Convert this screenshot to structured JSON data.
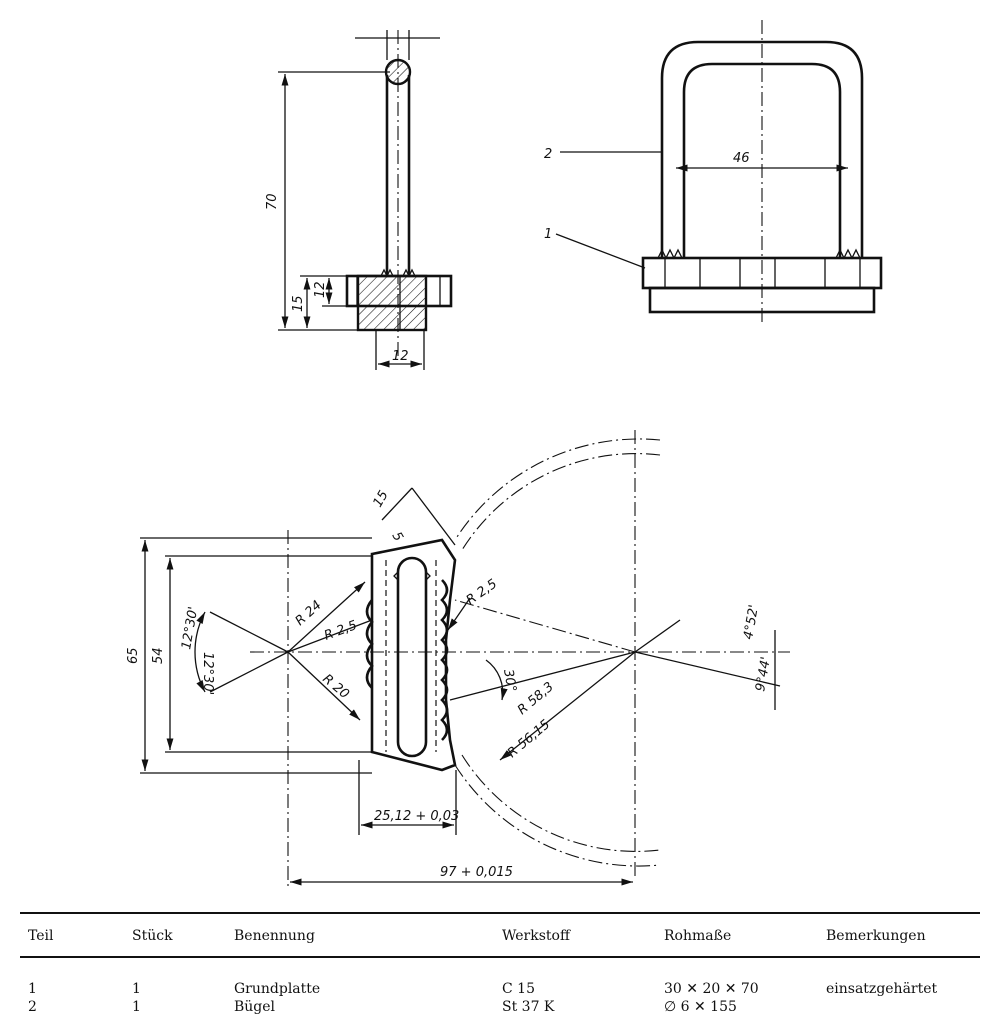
{
  "drawing": {
    "dims": {
      "d70": "70",
      "d15a": "15",
      "d12a": "12",
      "d12b": "12",
      "d46": "46",
      "label_part2": "2",
      "label_part1": "1",
      "d15b": "15",
      "d5": "5",
      "d65": "65",
      "d54": "54",
      "a12_30_top": "12°30'",
      "a12_30_bot": "12°30'",
      "r24": "R 24",
      "r25": "R 2,5",
      "r20": "R 20",
      "r2_5": "R 2,5",
      "a30": "30°",
      "r58": "R 58,3",
      "r56": "R 56,15",
      "a4_52": "4°52'",
      "a9_44": "9°44'",
      "d25": "25,12 + 0,03",
      "d97": "97 + 0,015"
    }
  },
  "table": {
    "headers": [
      "Teil",
      "Stück",
      "Benennung",
      "Werkstoff",
      "Rohmaße",
      "Bemerkungen"
    ],
    "rows": [
      [
        "1",
        "1",
        "Grundplatte",
        "C 15",
        "30 ✕ 20 ✕ 70",
        "einsatzgehärtet"
      ],
      [
        "2",
        "1",
        "Bügel",
        "St 37 K",
        "∅ 6 ✕ 155",
        ""
      ]
    ]
  }
}
